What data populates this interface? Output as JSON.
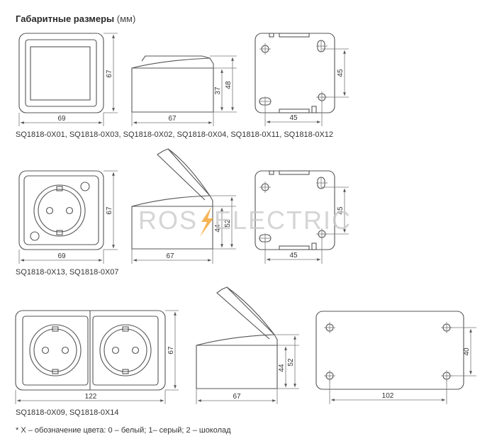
{
  "header": {
    "title": "Габаритные размеры",
    "unit": "(мм)"
  },
  "sections": [
    {
      "caption": "SQ1818-0X01, SQ1818-0X03, SQ1818-0X02, SQ1818-0X04, SQ1818-0X11, SQ1818-0X12",
      "front": {
        "width": "69",
        "height": "67"
      },
      "side": {
        "width": "67",
        "height_inner": "37",
        "height_outer": "48"
      },
      "back": {
        "width": "45",
        "height": "45"
      }
    },
    {
      "caption": "SQ1818-0X13, SQ1818-0X07",
      "front": {
        "width": "69",
        "height": "67"
      },
      "side": {
        "width": "67",
        "height_inner": "44",
        "height_outer": "52"
      },
      "back": {
        "width": "45",
        "height": "45"
      }
    },
    {
      "caption": "SQ1818-0X09, SQ1818-0X14",
      "front": {
        "width": "122",
        "height": "67"
      },
      "side": {
        "width": "67",
        "height_inner": "44",
        "height_outer": "52"
      },
      "back": {
        "width": "102",
        "height": "40"
      }
    }
  ],
  "watermark": {
    "left": "ROS",
    "right": "ELECTRIC",
    "bolt_color": "#f39c1f",
    "text_color": "#c8c8c8"
  },
  "footnote": "* X – обозначение цвета: 0 – белый; 1– серый; 2 – шоколад"
}
